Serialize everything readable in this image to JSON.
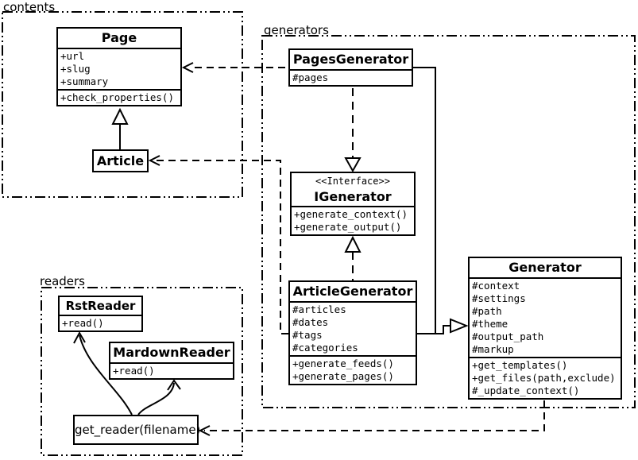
{
  "colors": {
    "stroke": "#000000",
    "fill": "#ffffff"
  },
  "packages": {
    "contents": {
      "label": "contents"
    },
    "generators": {
      "label": "generators"
    },
    "readers": {
      "label": "readers"
    }
  },
  "classes": {
    "page": {
      "title": "Page",
      "attributes": [
        "+url",
        "+slug",
        "+summary"
      ],
      "methods": [
        "+check_properties()"
      ]
    },
    "article": {
      "title": "Article"
    },
    "pagesGenerator": {
      "title": "PagesGenerator",
      "attributes": [
        "#pages"
      ]
    },
    "iGenerator": {
      "stereotype": "<<Interface>>",
      "title": "IGenerator",
      "methods": [
        "+generate_context()",
        "+generate_output()"
      ]
    },
    "articleGenerator": {
      "title": "ArticleGenerator",
      "attributes": [
        "#articles",
        "#dates",
        "#tags",
        "#categories"
      ],
      "methods": [
        "+generate_feeds()",
        "+generate_pages()"
      ]
    },
    "generator": {
      "title": "Generator",
      "attributes": [
        "#context",
        "#settings",
        "#path",
        "#theme",
        "#output_path",
        "#markup"
      ],
      "methods": [
        "+get_templates()",
        "+get_files(path,exclude)",
        "#_update_context()"
      ]
    },
    "rstReader": {
      "title": "RstReader",
      "methods": [
        "+read()"
      ]
    },
    "mardownReader": {
      "title": "MardownReader",
      "methods": [
        "+read()"
      ]
    }
  },
  "nodes": {
    "getReader": {
      "label": "get_reader(filename)"
    }
  },
  "relationships": [
    {
      "from": "Article",
      "to": "Page",
      "type": "generalization"
    },
    {
      "from": "PagesGenerator",
      "to": "Page",
      "type": "dependency"
    },
    {
      "from": "ArticleGenerator",
      "to": "Article",
      "type": "dependency"
    },
    {
      "from": "PagesGenerator",
      "to": "IGenerator",
      "type": "realization"
    },
    {
      "from": "ArticleGenerator",
      "to": "IGenerator",
      "type": "realization"
    },
    {
      "from": "PagesGenerator",
      "to": "Generator",
      "type": "generalization"
    },
    {
      "from": "ArticleGenerator",
      "to": "Generator",
      "type": "generalization"
    },
    {
      "from": "Generator",
      "to": "get_reader(filename)",
      "type": "dependency"
    },
    {
      "from": "get_reader(filename)",
      "to": "RstReader",
      "type": "arrow"
    },
    {
      "from": "get_reader(filename)",
      "to": "MardownReader",
      "type": "arrow"
    }
  ]
}
